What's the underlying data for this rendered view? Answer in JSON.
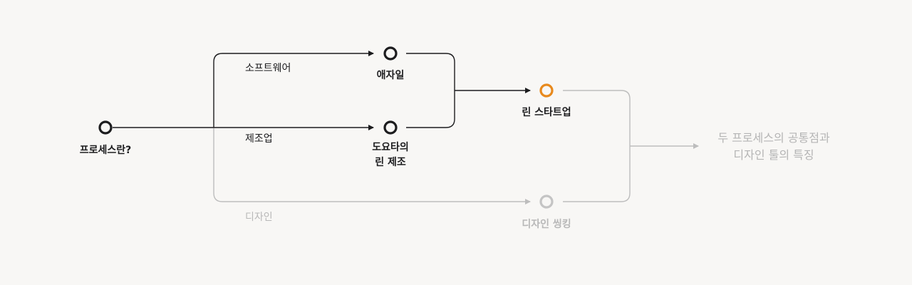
{
  "palette": {
    "dark": "#1c1c1e",
    "muted": "#bdbdbd",
    "accent": "#e8891c",
    "background": "#f8f7f5"
  },
  "nodes": {
    "process": {
      "label": "프로세스란?"
    },
    "agile": {
      "label": "애자일"
    },
    "toyota": {
      "label_line1": "도요타의",
      "label_line2": "린 제조"
    },
    "lean_startup": {
      "label": "린 스타트업",
      "highlighted": true
    },
    "design_thinking": {
      "label": "디자인 씽킹"
    }
  },
  "edges": {
    "software": "소프트웨어",
    "manufacturing": "제조업",
    "design": "디자인"
  },
  "result": {
    "line1": "두 프로세스의 공통점과",
    "line2": "디자인 툴의 특징"
  }
}
